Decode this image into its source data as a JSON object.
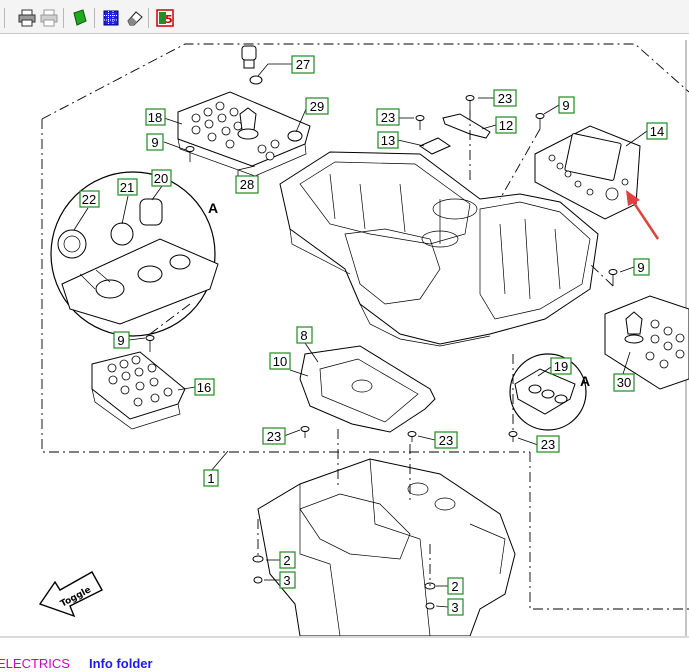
{
  "toolbar": {
    "buttons": [
      {
        "name": "print-icon"
      },
      {
        "name": "print-disabled-icon"
      },
      {
        "name": "green-book-icon"
      },
      {
        "name": "select-grid-icon"
      },
      {
        "name": "eraser-icon"
      },
      {
        "name": "document-5-icon"
      }
    ]
  },
  "diagram": {
    "callouts": [
      {
        "id": "c27",
        "label": "27"
      },
      {
        "id": "c18",
        "label": "18"
      },
      {
        "id": "c29",
        "label": "29"
      },
      {
        "id": "c9a",
        "label": "9"
      },
      {
        "id": "c28",
        "label": "28"
      },
      {
        "id": "c22",
        "label": "22"
      },
      {
        "id": "c21",
        "label": "21"
      },
      {
        "id": "c20",
        "label": "20"
      },
      {
        "id": "c23a",
        "label": "23"
      },
      {
        "id": "c13",
        "label": "13"
      },
      {
        "id": "c23b",
        "label": "23"
      },
      {
        "id": "c12",
        "label": "12"
      },
      {
        "id": "c9b",
        "label": "9"
      },
      {
        "id": "c14",
        "label": "14"
      },
      {
        "id": "c9c",
        "label": "9"
      },
      {
        "id": "c9d",
        "label": "9"
      },
      {
        "id": "c16",
        "label": "16"
      },
      {
        "id": "c8",
        "label": "8"
      },
      {
        "id": "c10",
        "label": "10"
      },
      {
        "id": "c19",
        "label": "19"
      },
      {
        "id": "c30",
        "label": "30"
      },
      {
        "id": "c23c",
        "label": "23"
      },
      {
        "id": "c23d",
        "label": "23"
      },
      {
        "id": "c23e",
        "label": "23"
      },
      {
        "id": "c1",
        "label": "1"
      },
      {
        "id": "c2a",
        "label": "2"
      },
      {
        "id": "c3a",
        "label": "3"
      },
      {
        "id": "c2b",
        "label": "2"
      },
      {
        "id": "c3b",
        "label": "3"
      }
    ],
    "detail_letters": [
      "A",
      "A"
    ],
    "nav_arrow_label": "Toggle"
  },
  "status_bar": {
    "electrics_label": "ELECTRICS",
    "info_folder_label": "Info folder"
  },
  "colors": {
    "callout_border": "#1f8a1f",
    "electrics_text": "#cc00cc",
    "info_folder_text": "#1a1aff",
    "annotation_arrow": "#e04040"
  }
}
